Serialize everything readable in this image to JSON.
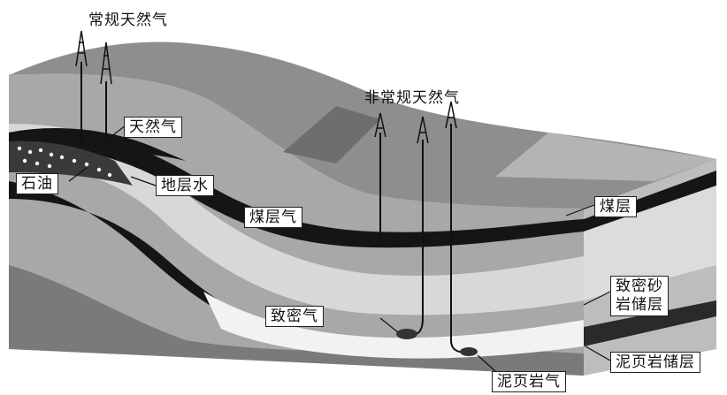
{
  "titles": {
    "conventional": "常规天然气",
    "unconventional": "非常规天然气"
  },
  "labels": {
    "natural_gas": "天然气",
    "oil": "石油",
    "formation_water": "地层水",
    "coalbed_gas": "煤层气",
    "coal_seam": "煤层",
    "tight_gas": "致密气",
    "tight_sand_line1": "致密砂",
    "tight_sand_line2": "岩储层",
    "shale_reservoir": "泥页岩储层",
    "shale_gas": "泥页岩气"
  },
  "colors": {
    "top_surface": "#8e8e8e",
    "front_light": "#d8d8d8",
    "front_mid": "#a8a8a8",
    "front_dark": "#6e6e6e",
    "coal_black": "#151515",
    "right_side": "#bdbdbd",
    "well_line": "#111111"
  },
  "icons": {
    "derrick": "oil-derrick-icon",
    "leader": "leader-line"
  }
}
